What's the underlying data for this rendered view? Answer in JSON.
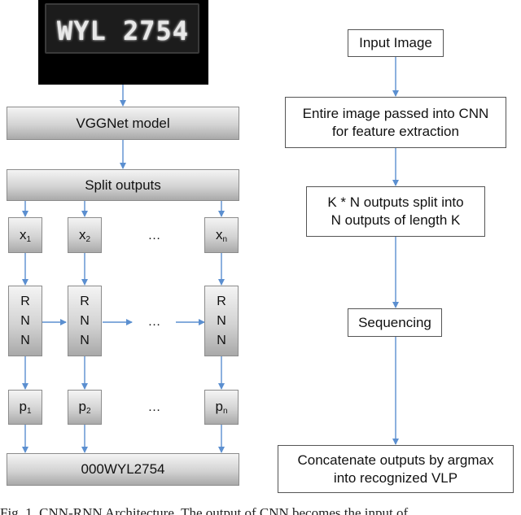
{
  "plate": {
    "text": "WYL 2754"
  },
  "left": {
    "cnn": "VGGNet model",
    "split": "Split outputs",
    "inputs": [
      {
        "base": "x",
        "sub": "1"
      },
      {
        "base": "x",
        "sub": "2"
      },
      {
        "base": "x",
        "sub": "n"
      }
    ],
    "rnn_letters": [
      "R",
      "N",
      "N"
    ],
    "outputs": [
      {
        "base": "p",
        "sub": "1"
      },
      {
        "base": "p",
        "sub": "2"
      },
      {
        "base": "p",
        "sub": "n"
      }
    ],
    "ellipsis": "…",
    "rnn_ellipsis": "…",
    "result": "000WYL2754"
  },
  "right": {
    "steps": [
      [
        "Input Image"
      ],
      [
        "Entire image passed into CNN",
        "for feature extraction"
      ],
      [
        "K * N outputs split into",
        "N outputs of length K"
      ],
      [
        "Sequencing"
      ],
      [
        "Concatenate outputs by argmax",
        "into recognized VLP"
      ]
    ]
  },
  "caption": "Fig. 1.   CNN-RNN Architecture. The output of CNN becomes the input of"
}
